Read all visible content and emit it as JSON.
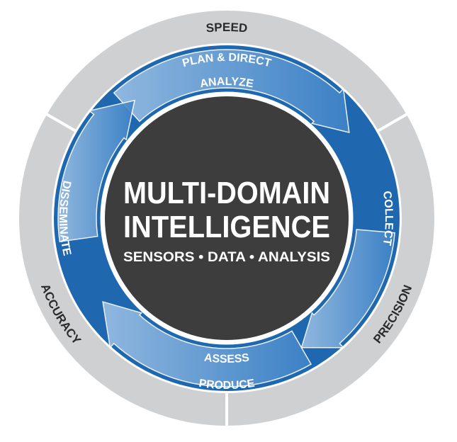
{
  "outer_ring": {
    "speed": "SPEED",
    "precision": "PRECISION",
    "accuracy": "ACCURACY"
  },
  "cycle": {
    "plan_direct": "PLAN & DIRECT",
    "analyze": "ANALYZE",
    "collect": "COLLECT",
    "assess": "ASSESS",
    "produce": "PRODUCE",
    "disseminate": "DISSEMINATE"
  },
  "center": {
    "title_line1": "MULTI-DOMAIN",
    "title_line2": "INTELLIGENCE",
    "subtitle": "SENSORS • DATA • ANALYSIS"
  },
  "colors": {
    "gray_ring": "#cfd0d2",
    "blue_dark": "#1f68b0",
    "blue_light": "#9cc0e4",
    "center": "#3d3d3e"
  }
}
